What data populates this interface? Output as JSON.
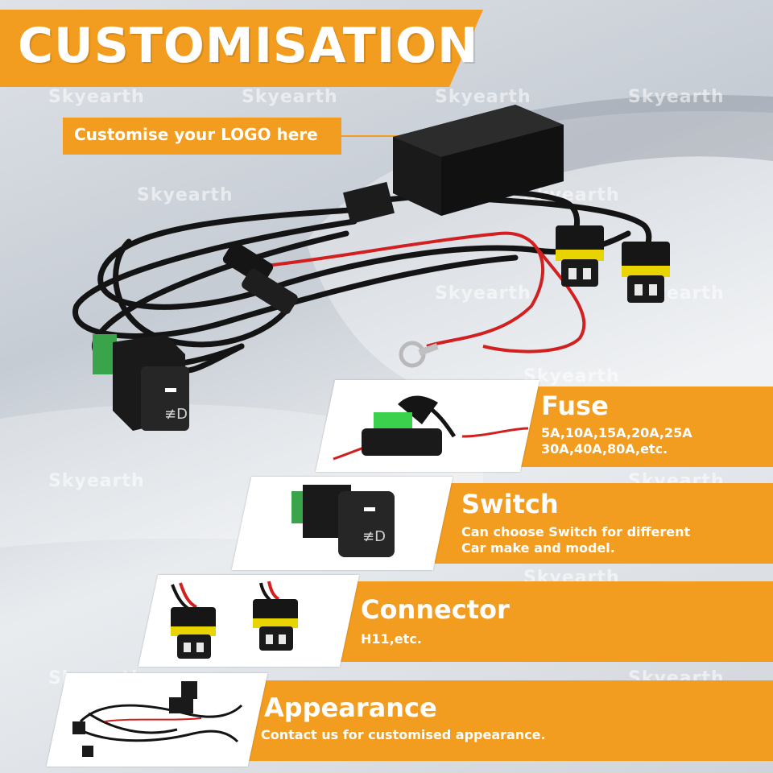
{
  "title": "CUSTOMISATION",
  "logo_callout": "Customise your LOGO here",
  "watermark": "Skyearth",
  "features": [
    {
      "title": "Fuse",
      "desc": "5A,10A,15A,20A,25A\n30A,40A,80A,etc."
    },
    {
      "title": "Switch",
      "desc": "Can choose Switch for different\nCar make and model."
    },
    {
      "title": "Connector",
      "desc": "H11,etc."
    },
    {
      "title": "Appearance",
      "desc": "Contact us for customised appearance."
    }
  ],
  "colors": {
    "accent": "#f29d1f",
    "text_on_accent": "#ffffff",
    "wire_black": "#141414",
    "wire_red": "#d21f1f",
    "connector_yellow": "#e8d400"
  }
}
